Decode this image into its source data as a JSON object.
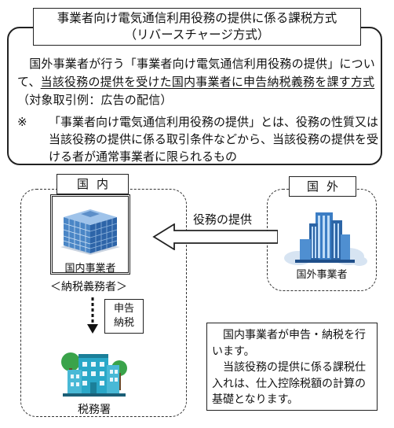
{
  "title": {
    "line1": "事業者向け電気通信利用役務の提供に係る課税方式",
    "line2": "（リバースチャージ方式）"
  },
  "description": {
    "part1": "　国外事業者が行う「事業者向け電気通信利用役務の提供」について、",
    "part2_underlined": "当該役務の提供を受けた国内事業者に申告納税義務を課す方式",
    "part3": "（対象取引例：広告の配信）"
  },
  "note": {
    "mark": "※",
    "text": "「事業者向け電気通信利用役務の提供」とは、役務の性質又は当該役務の提供に係る取引条件などから、当該役務の提供を受ける者が通常事業者に限られるもの"
  },
  "regions": {
    "domestic": "国内",
    "foreign": "国外"
  },
  "entities": {
    "domestic_business": "国内事業者",
    "taxpayer_label": "＜納税義務者＞",
    "foreign_business": "国外事業者",
    "tax_office": "税務署"
  },
  "arrows": {
    "service": "役務の提供",
    "declare_line1": "申告",
    "declare_line2": "納税"
  },
  "info": {
    "line1": "国内事業者が申告・納税を行います。",
    "line2": "当該役務の提供に係る課税仕入れは、仕入控除税額の計算の基礎となります。"
  },
  "colors": {
    "building_blue": "#4a86c6",
    "building_dark": "#1f4f8a",
    "tree_green": "#3aa34a"
  }
}
